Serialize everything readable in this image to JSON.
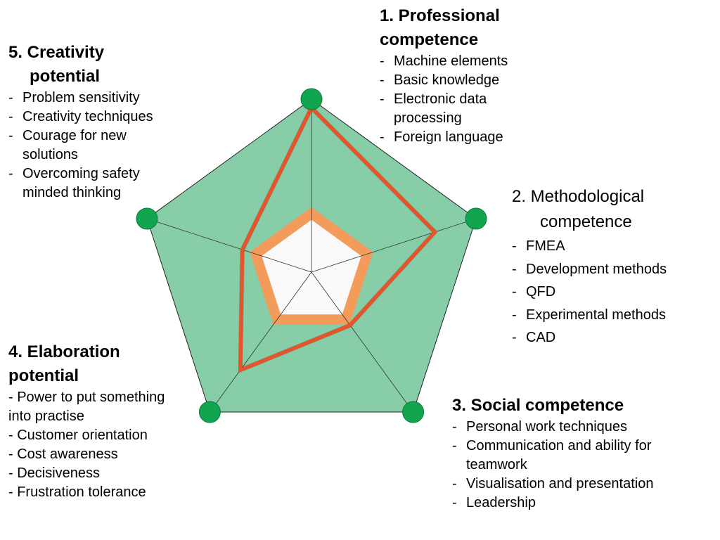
{
  "diagram": {
    "levels": {
      "inner": 0.3,
      "mid": 0.37,
      "outer": 1.0
    },
    "profile": [
      0.95,
      0.75,
      0.38,
      0.7,
      0.42
    ],
    "colors": {
      "outer_fill": "#86cda8",
      "inner_fill": "#f9f9f9",
      "mid_ring": "#f39b5a",
      "profile_line": "#e8532a",
      "node": "#11a550",
      "node_stroke": "#0b7d3b",
      "spoke": "#333333"
    }
  },
  "axes": [
    {
      "title_lines": [
        "1. Professional",
        "competence"
      ],
      "items": [
        "Machine elements",
        "Basic knowledge",
        "Electronic data processing",
        "Foreign language"
      ]
    },
    {
      "title_lines": [
        "2. Methodological",
        "competence"
      ],
      "items": [
        "FMEA",
        "Development methods",
        "QFD",
        "Experimental methods",
        "CAD"
      ]
    },
    {
      "title_lines": [
        "3. Social competence"
      ],
      "items": [
        "Personal work techniques",
        "Communication and ability for teamwork",
        "Visualisation and presentation",
        "Leadership"
      ]
    },
    {
      "title_lines": [
        "4. Elaboration",
        "potential"
      ],
      "items": [
        "- Power to put something into practise",
        "- Customer orientation",
        "- Cost awareness",
        "- Decisiveness",
        "- Frustration tolerance"
      ]
    },
    {
      "title_lines": [
        "5. Creativity",
        "potential"
      ],
      "items": [
        "Problem sensitivity",
        "Creativity techniques",
        "Courage for new solutions",
        "Overcoming safety minded thinking"
      ]
    }
  ]
}
